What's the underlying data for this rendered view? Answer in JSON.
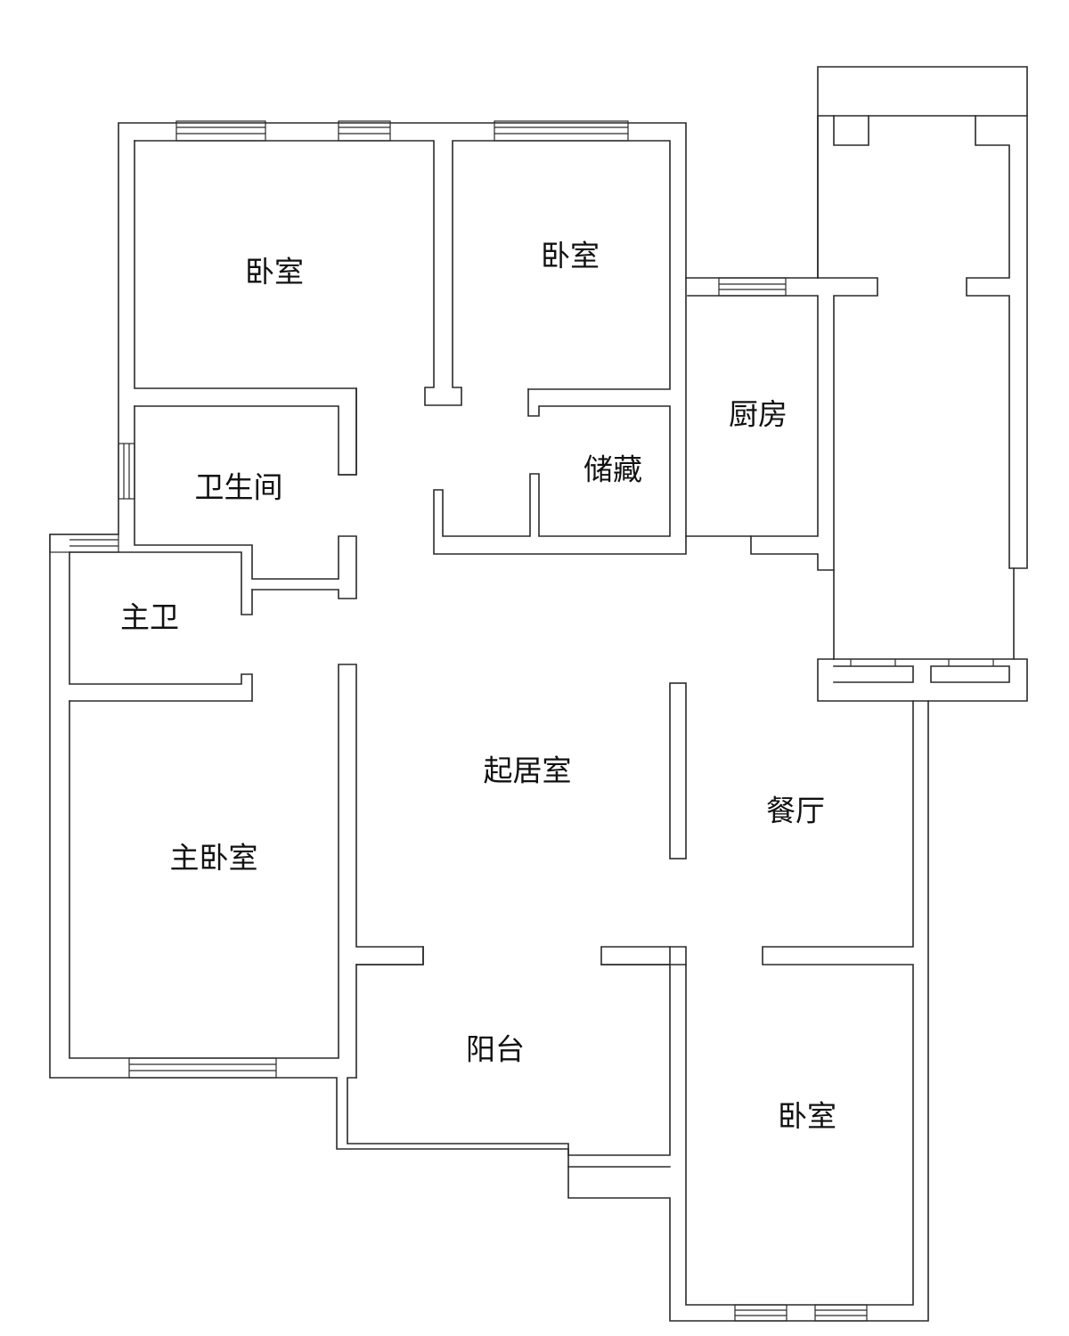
{
  "floorplan": {
    "rooms": {
      "bedroom_nw": "卧室",
      "bedroom_n": "卧室",
      "kitchen": "厨房",
      "storage": "储藏",
      "bathroom": "卫生间",
      "master_bath": "主卫",
      "living_room": "起居室",
      "dining": "餐厅",
      "master_bedroom": "主卧室",
      "balcony": "阳台",
      "bedroom_se": "卧室"
    }
  },
  "colors": {
    "wall": "#2a2a2a",
    "background": "#ffffff"
  }
}
